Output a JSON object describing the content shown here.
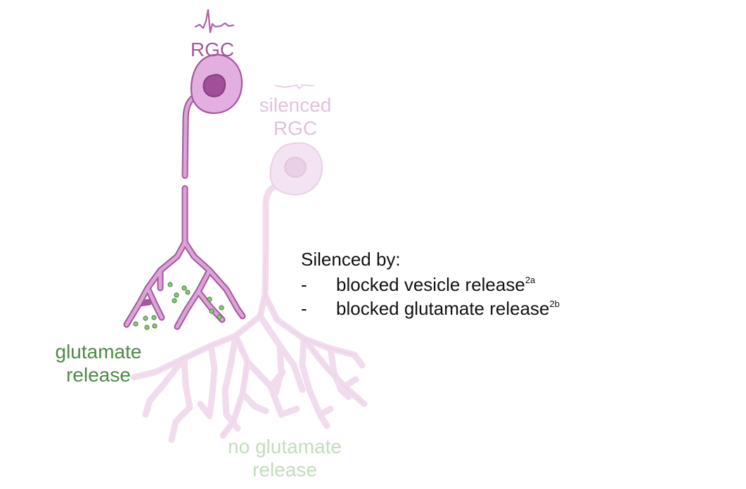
{
  "labels": {
    "rgc": "RGC",
    "silenced_rgc_line1": "silenced",
    "silenced_rgc_line2": "RGC",
    "glutamate_line1": "glutamate",
    "glutamate_line2": "release",
    "no_glutamate_line1": "no glutamate",
    "no_glutamate_line2": "release"
  },
  "silenced_by": {
    "heading": "Silenced by:",
    "items": [
      {
        "text": "blocked vesicle release",
        "ref": "2a"
      },
      {
        "text": "blocked glutamate release",
        "ref": "2b"
      }
    ]
  },
  "colors": {
    "active_neuron": "#a5579e",
    "active_neuron_fill": "#e3afe0",
    "active_nucleus": "#a14f99",
    "silenced_neuron": "#f1dcee",
    "silenced_outline": "#ead0e6",
    "glutamate": "#4c8a45",
    "vesicle_fill": "#8fc77a",
    "no_glutamate": "#c3dcbd",
    "text": "#111111"
  },
  "icons": {
    "active_trace": "action-potential-trace-icon",
    "silenced_trace": "flat-trace-icon"
  }
}
